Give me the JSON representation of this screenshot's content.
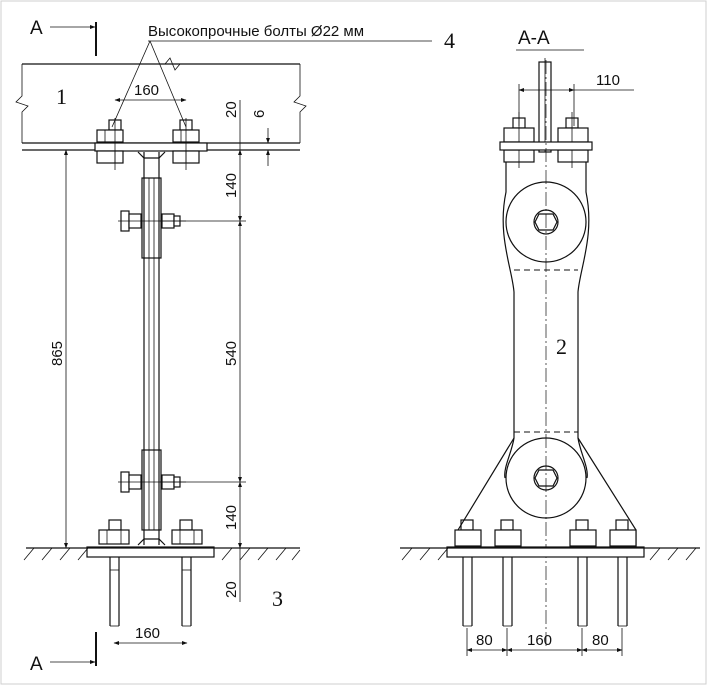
{
  "section_marker": "А",
  "section_title": "А-А",
  "bolts_note": "Высокопрочные болты Ø22 мм",
  "callouts": {
    "c1": "1",
    "c2": "2",
    "c3": "3",
    "c4": "4"
  },
  "dims_front": {
    "top_bolt_spacing": "160",
    "bottom_bolt_spacing": "160",
    "top_offset": "20",
    "plate_thickness": "6",
    "upper_gap": "140",
    "middle_span": "540",
    "lower_gap": "140",
    "overall_height": "865",
    "anchor_offset": "20"
  },
  "dims_section": {
    "top_width": "110",
    "left_spacing": "80",
    "mid_spacing": "160",
    "right_spacing": "80"
  }
}
